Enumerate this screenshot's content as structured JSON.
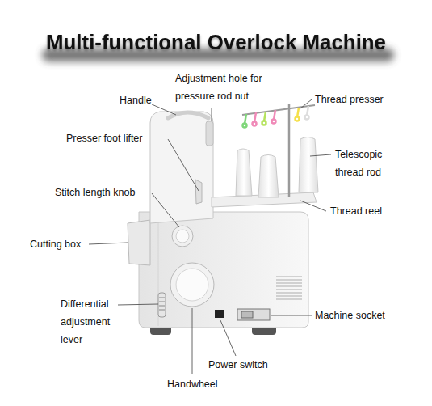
{
  "diagram": {
    "title": "Multi-functional Overlock Machine",
    "labels": [
      "Adjustment hole for pressure rod nut",
      "Handle",
      "Thread presser",
      "Presser foot lifter",
      "Telescopic thread rod",
      "Stitch length knob",
      "Thread reel",
      "Cutting box",
      "Differential adjustment lever",
      "Machine socket",
      "Power switch",
      "Handwheel"
    ]
  }
}
